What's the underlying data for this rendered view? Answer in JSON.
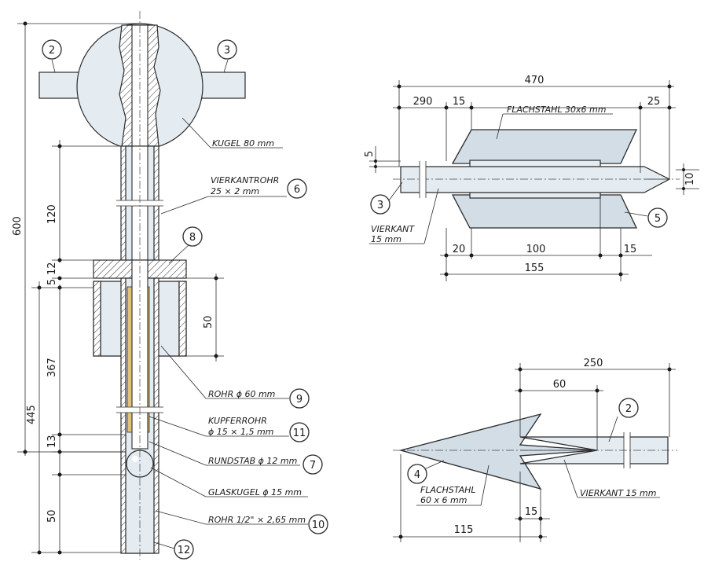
{
  "left_drawing": {
    "labels": {
      "kugel": "KUGEL 80 mm",
      "vierkantrohr_1": "VIERKANTROHR",
      "vierkantrohr_2": "25 × 2 mm",
      "rohr60": "ROHR ϕ 60 mm",
      "kupferrohr_1": "KUPFERROHR",
      "kupferrohr_2": "ϕ 15 × 1,5 mm",
      "rundstab": "RUNDSTAB ϕ 12 mm",
      "glaskugel": "GLASKUGEL ϕ 15 mm",
      "rohr_half": "ROHR 1/2\" × 2,65 mm"
    },
    "bubbles": {
      "b2": "2",
      "b3": "3",
      "b6": "6",
      "b8": "8",
      "b9": "9",
      "b11": "11",
      "b7": "7",
      "b10": "10",
      "b12": "12"
    },
    "dimensions": {
      "d600": "600",
      "d120": "120",
      "d5": "5",
      "d12": "12",
      "d50a": "50",
      "d367": "367",
      "d445": "445",
      "d13": "13",
      "d50b": "50"
    }
  },
  "top_right_drawing": {
    "labels": {
      "flachstahl": "FLACHSTAHL 30x6 mm",
      "vierkant_1": "VIERKANT",
      "vierkant_2": "15 mm"
    },
    "bubbles": {
      "b3": "3",
      "b5": "5"
    },
    "dimensions": {
      "d470": "470",
      "d290": "290",
      "d15a": "15",
      "d25": "25",
      "d5": "5",
      "d10": "10",
      "d20": "20",
      "d100": "100",
      "d15b": "15",
      "d155": "155"
    }
  },
  "bottom_right_drawing": {
    "labels": {
      "flachstahl_1": "FLACHSTAHL",
      "flachstahl_2": "60 x 6 mm",
      "vierkant": "VIERKANT 15 mm"
    },
    "bubbles": {
      "b4": "4",
      "b2": "2"
    },
    "dimensions": {
      "d250": "250",
      "d60": "60",
      "d15": "15",
      "d115": "115"
    }
  }
}
